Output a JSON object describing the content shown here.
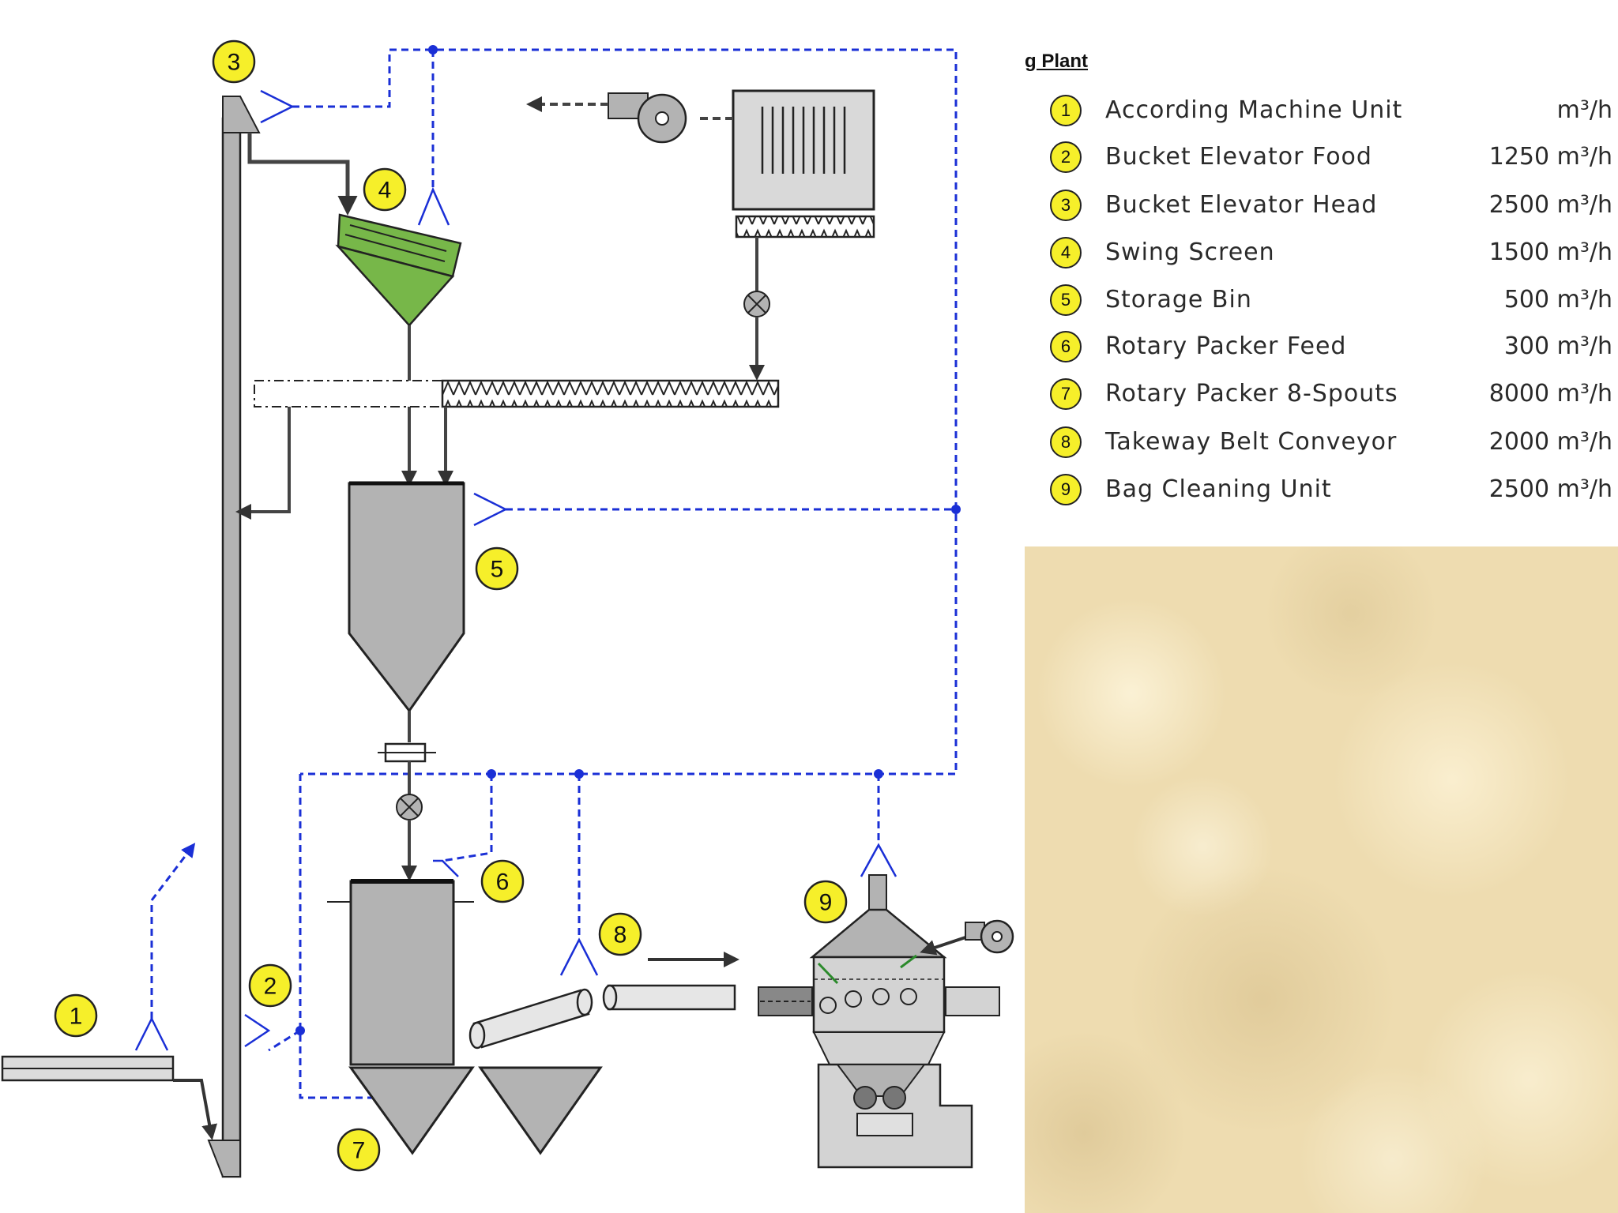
{
  "legend": {
    "title": "g Plant",
    "items": [
      {
        "num": "1",
        "name": "According Machine Unit",
        "rate": "m³/h"
      },
      {
        "num": "2",
        "name": "Bucket Elevator Food",
        "rate": "1250 m³/h"
      },
      {
        "num": "3",
        "name": "Bucket Elevator Head",
        "rate": "2500 m³/h"
      },
      {
        "num": "4",
        "name": "Swing Screen",
        "rate": "1500 m³/h"
      },
      {
        "num": "5",
        "name": "Storage Bin",
        "rate": "500 m³/h"
      },
      {
        "num": "6",
        "name": "Rotary Packer Feed",
        "rate": "300 m³/h"
      },
      {
        "num": "7",
        "name": "Rotary Packer 8-Spouts",
        "rate": "8000 m³/h"
      },
      {
        "num": "8",
        "name": "Takeway Belt Conveyor",
        "rate": "2000 m³/h"
      },
      {
        "num": "9",
        "name": "Bag Cleaning Unit",
        "rate": "2500 m³/h"
      }
    ]
  },
  "callouts": [
    "1",
    "2",
    "3",
    "4",
    "5",
    "6",
    "7",
    "8",
    "9"
  ],
  "colors": {
    "equipment_fill": "#b3b3b3",
    "outline": "#222222",
    "screen_green": "#77b749",
    "dust_line": "#1a2fd6",
    "badge_yellow": "#f6ef2a",
    "texture": "#eedcb0"
  }
}
